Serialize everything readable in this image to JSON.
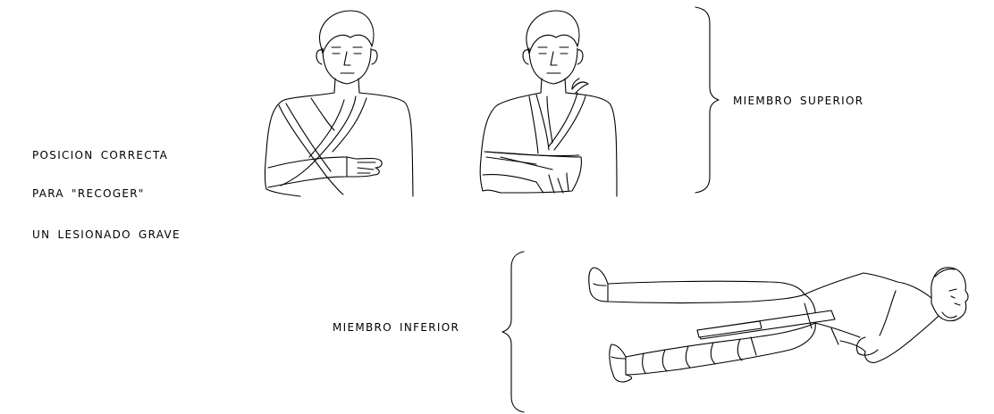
{
  "caption": {
    "line1": "POSICION CORRECTA",
    "line2": "PARA \"RECOGER\"",
    "line3": "UN LESIONADO GRAVE"
  },
  "labels": {
    "upper_limb": "MIEMBRO SUPERIOR",
    "lower_limb": "MIEMBRO INFERIOR"
  },
  "figures": [
    "upper-limb-sling-figure",
    "upper-limb-triangular-bandage-figure",
    "lower-limb-splinted-lying-figure"
  ]
}
